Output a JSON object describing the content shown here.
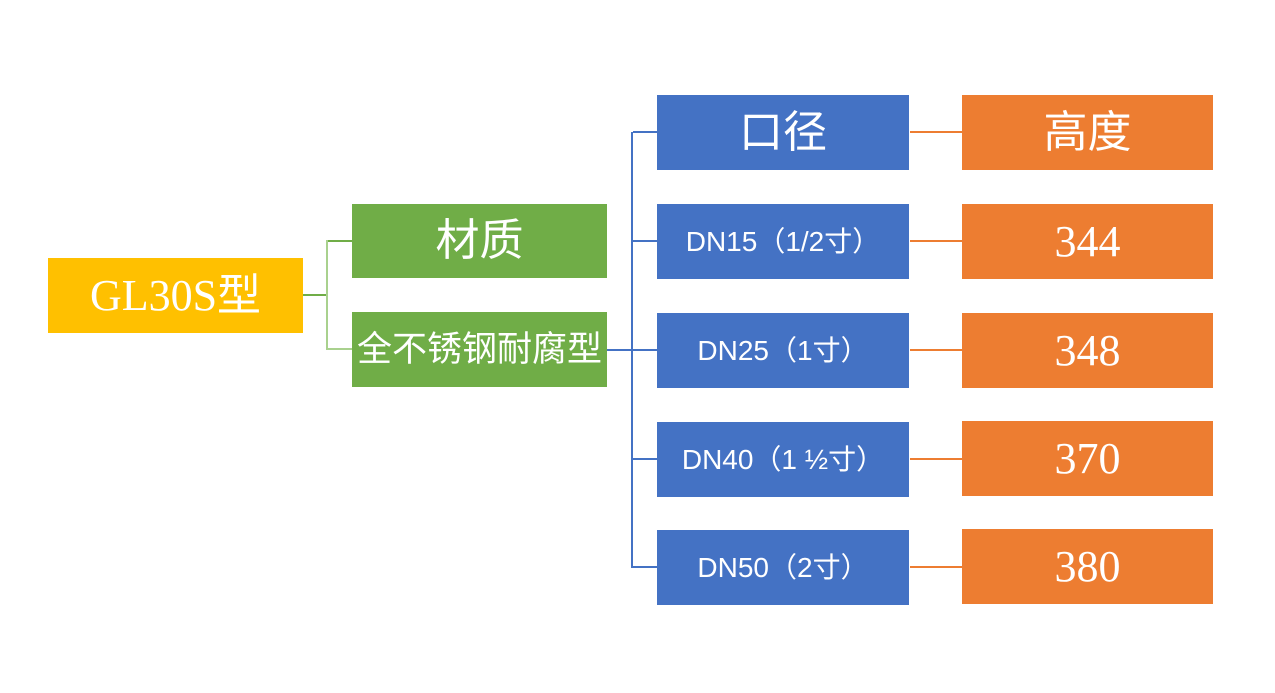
{
  "diagram": {
    "root": {
      "label": "GL30S型"
    },
    "material": {
      "header": "材质",
      "value": "全不锈钢耐腐型"
    },
    "columns": {
      "diameter": {
        "header": "口径"
      },
      "height": {
        "header": "高度"
      }
    },
    "rows": [
      {
        "diameter": "DN15（1/2寸）",
        "height": "344"
      },
      {
        "diameter": "DN25（1寸）",
        "height": "348"
      },
      {
        "diameter": "DN40（1 ½寸）",
        "height": "370"
      },
      {
        "diameter": "DN50（2寸）",
        "height": "380"
      }
    ],
    "colors": {
      "root_fill": "#FFC000",
      "material_fill": "#70AD47",
      "diameter_fill": "#4472C4",
      "height_fill": "#ED7D31",
      "text": "#FFFFFF",
      "connector_green": "#70AD47",
      "connector_green_light": "#A9D18E",
      "connector_blue": "#4472C4",
      "connector_orange": "#ED7D31"
    }
  }
}
